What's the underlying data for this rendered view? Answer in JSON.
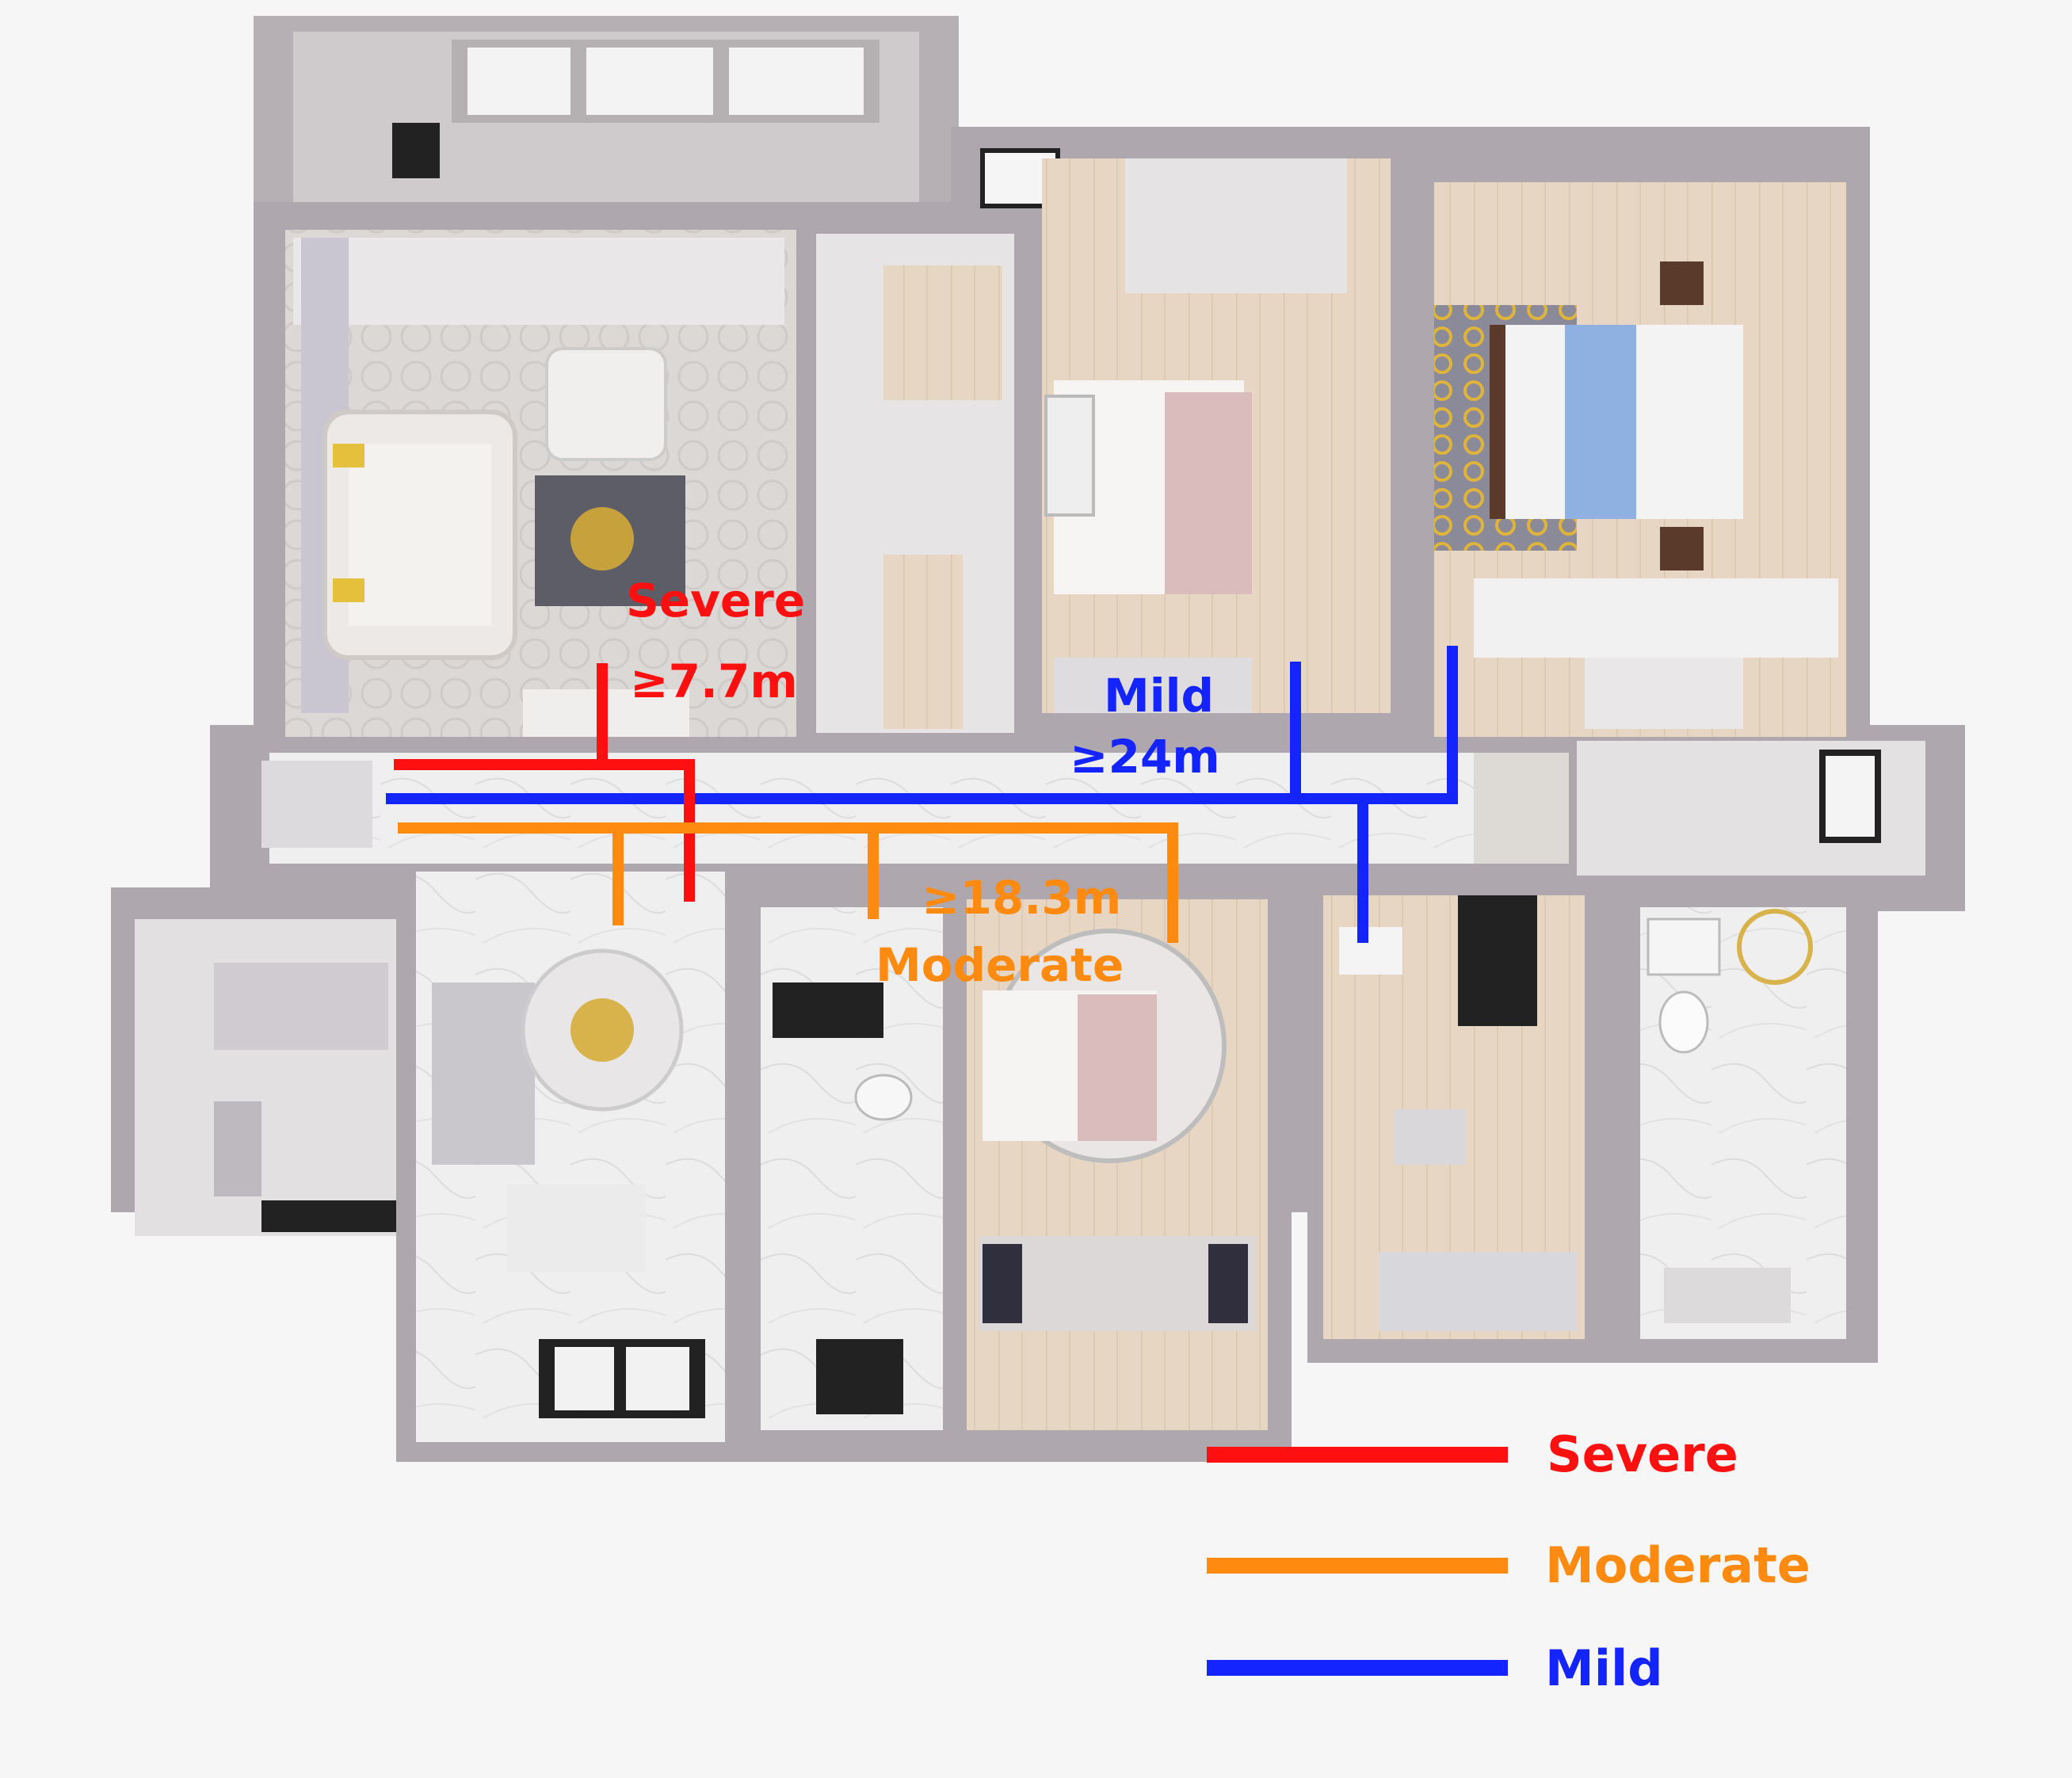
{
  "annotations": {
    "severe": {
      "name": "Severe",
      "distance": "≥7.7m"
    },
    "mild": {
      "name": "Mild",
      "distance": "≥24m"
    },
    "moderate": {
      "name": "Moderate",
      "distance": "≥18.3m"
    }
  },
  "legend": {
    "items": [
      {
        "label": "Severe",
        "color": "#ff1010"
      },
      {
        "label": "Moderate",
        "color": "#ff8a10"
      },
      {
        "label": "Mild",
        "color": "#1424ff"
      }
    ]
  },
  "colors": {
    "severe": "#ff1010",
    "moderate": "#ff8a10",
    "mild": "#1424ff",
    "wall": "#9a9399",
    "floor_wood": "#e3d2bd",
    "floor_marble": "#ececec",
    "background": "#f6f6f6"
  }
}
